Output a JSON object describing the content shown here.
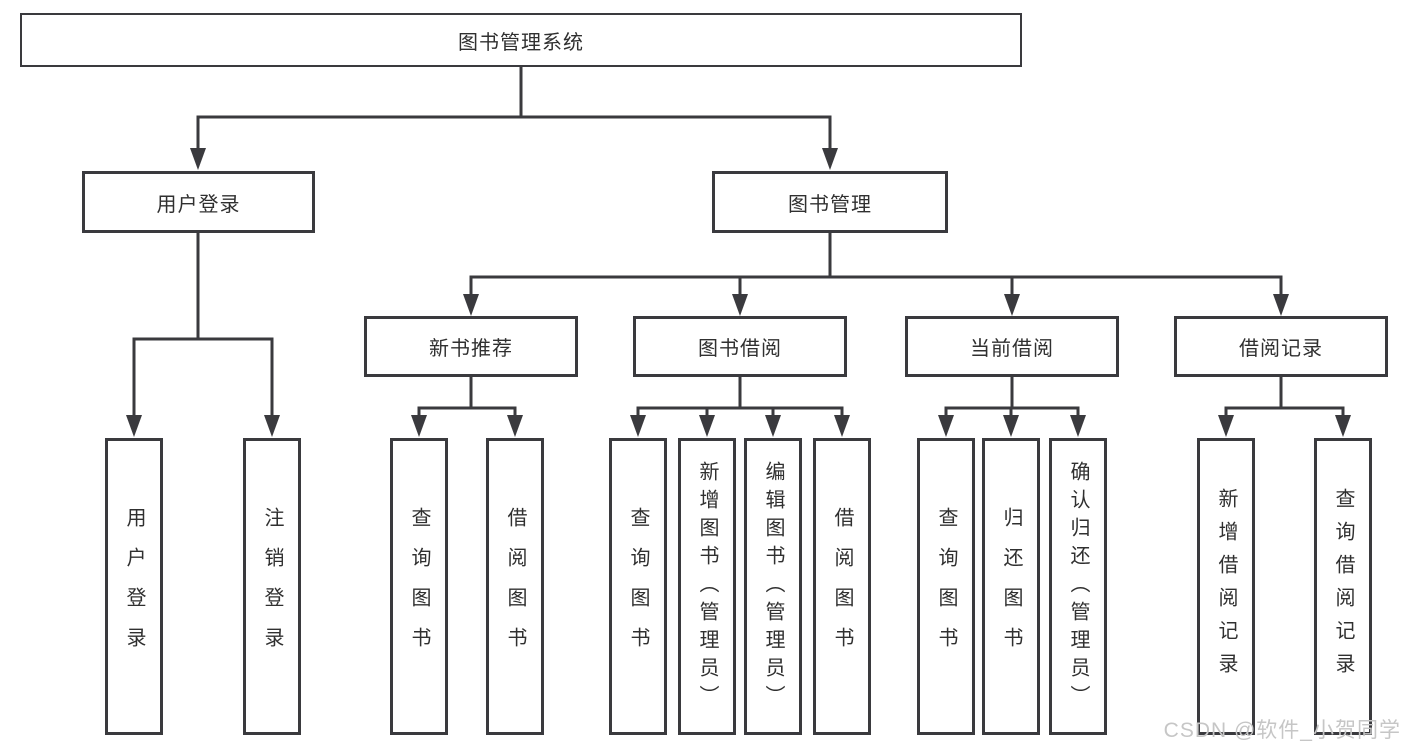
{
  "colors": {
    "line": "#3a3a3e",
    "text": "#303030",
    "watermark": "#c6c6c6",
    "background": "#ffffff"
  },
  "watermark": "CSDN @软件_小贺同学",
  "tree": {
    "root": {
      "label": "图书管理系统"
    },
    "level2": [
      {
        "label": "用户登录"
      },
      {
        "label": "图书管理"
      }
    ],
    "level3": [
      {
        "label": "新书推荐"
      },
      {
        "label": "图书借阅"
      },
      {
        "label": "当前借阅"
      },
      {
        "label": "借阅记录"
      }
    ],
    "leaves": {
      "user_login": [
        "用户登录",
        "注销登录"
      ],
      "new_book_rec": [
        "查询图书",
        "借阅图书"
      ],
      "book_borrow": [
        "查询图书",
        "新增图书（管理员）",
        "编辑图书（管理员）",
        "借阅图书"
      ],
      "current_borrow": [
        "查询图书",
        "归还图书",
        "确认归还（管理员）"
      ],
      "borrow_records": [
        "新增借阅记录",
        "查询借阅记录"
      ]
    }
  }
}
